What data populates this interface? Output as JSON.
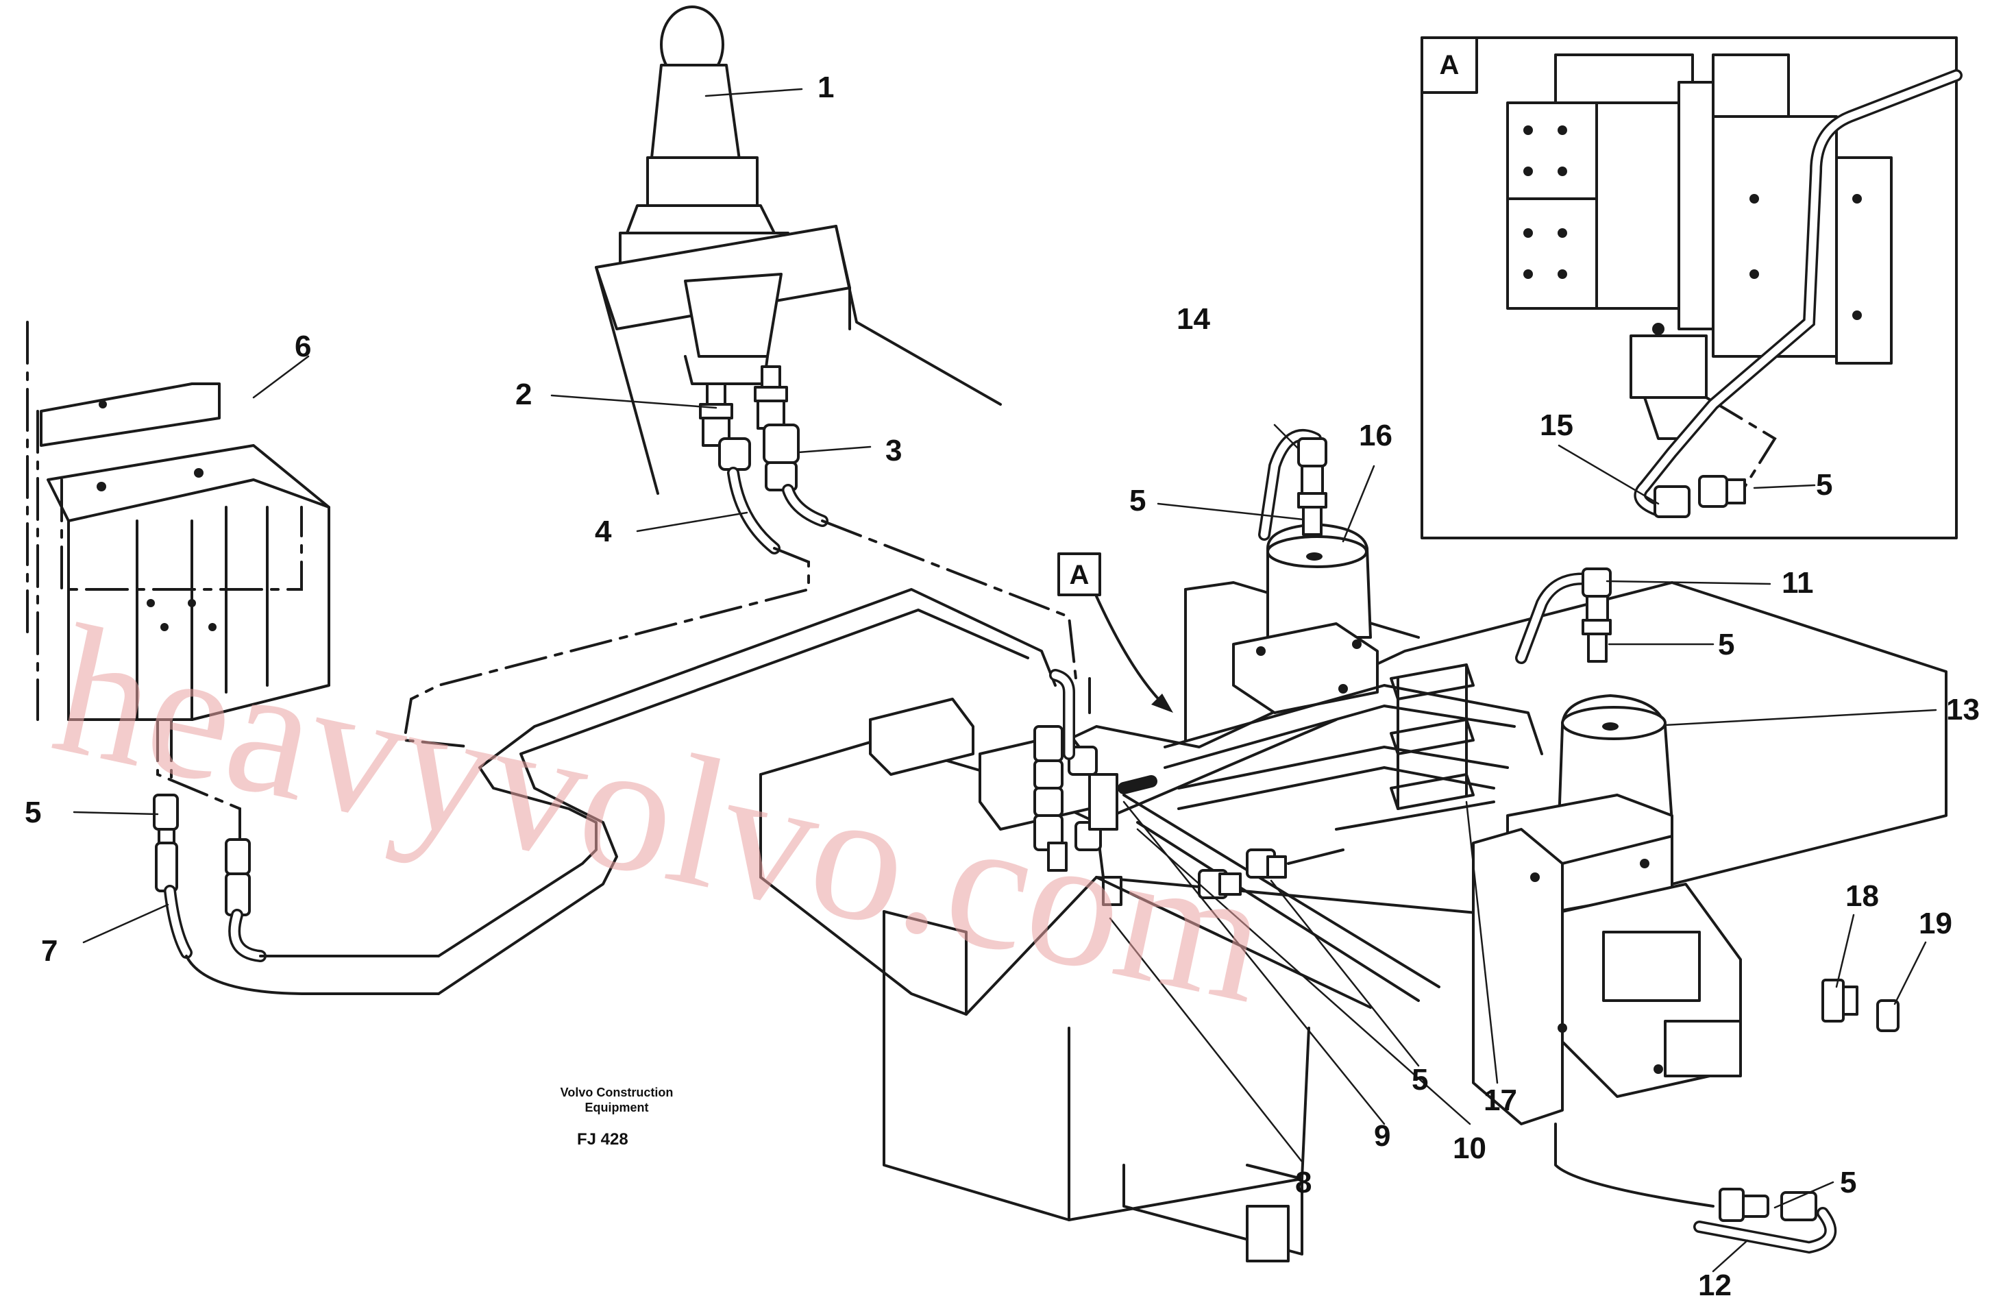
{
  "watermark": "heavyvolvo.com",
  "brand_note": {
    "line1": "Volvo Construction",
    "line2": "Equipment"
  },
  "figure_code": "FJ 428",
  "view_labels": {
    "main": "A",
    "inset": "A"
  },
  "callouts": {
    "c1": "1",
    "c2": "2",
    "c3": "3",
    "c4": "4",
    "c5": "5",
    "c6": "6",
    "c7": "7",
    "c8": "8",
    "c9": "9",
    "c10": "10",
    "c11": "11",
    "c12": "12",
    "c13": "13",
    "c14": "14",
    "c15": "15",
    "c16": "16",
    "c17": "17",
    "c18": "18",
    "c19": "19"
  },
  "colors": {
    "line": "#1a1a1a",
    "watermark": "#e9a2a2",
    "background": "#ffffff"
  }
}
